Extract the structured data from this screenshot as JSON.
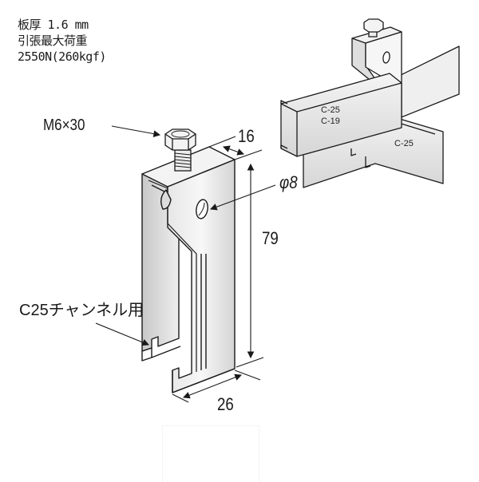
{
  "specs": {
    "thickness": "板厚 1.6 mm",
    "max_load_label": "引張最大荷重",
    "max_load_value": "2550N(260kgf)"
  },
  "labels": {
    "bolt": "M6×30",
    "width_top": "16",
    "hole_diameter": "φ8",
    "height": "79",
    "channel_use": "C25チャンネル用",
    "width_bottom": "26"
  },
  "assembly": {
    "channel_upper_1": "C-25",
    "channel_upper_2": "C-19",
    "channel_lower": "C-25"
  },
  "colors": {
    "outline": "#1a1a1a",
    "metal_light": "#f2f2f2",
    "metal_mid": "#d9d9d9",
    "metal_dark": "#bdbdbd"
  }
}
